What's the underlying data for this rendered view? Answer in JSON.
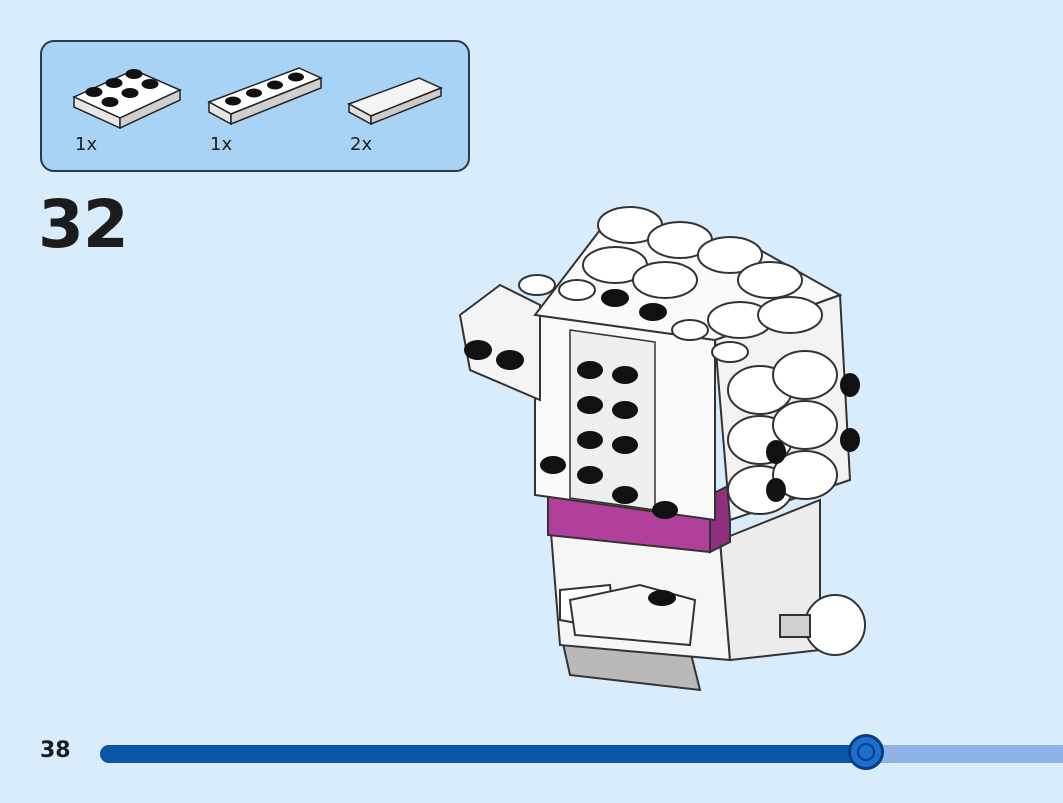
{
  "parts_list": [
    {
      "quantity": "1x",
      "part": "plate-2x3-white"
    },
    {
      "quantity": "1x",
      "part": "plate-1x4-white"
    },
    {
      "quantity": "2x",
      "part": "tile-1x4-white"
    }
  ],
  "step": {
    "number": "32"
  },
  "page": {
    "number": "38"
  },
  "progress": {
    "fraction": 0.795
  },
  "colors": {
    "background": "#d8ecfb",
    "panel": "#a9d3f5",
    "progress_fill": "#0a55a8",
    "progress_track": "#8fb3e6",
    "accent_magenta": "#b0409a"
  }
}
